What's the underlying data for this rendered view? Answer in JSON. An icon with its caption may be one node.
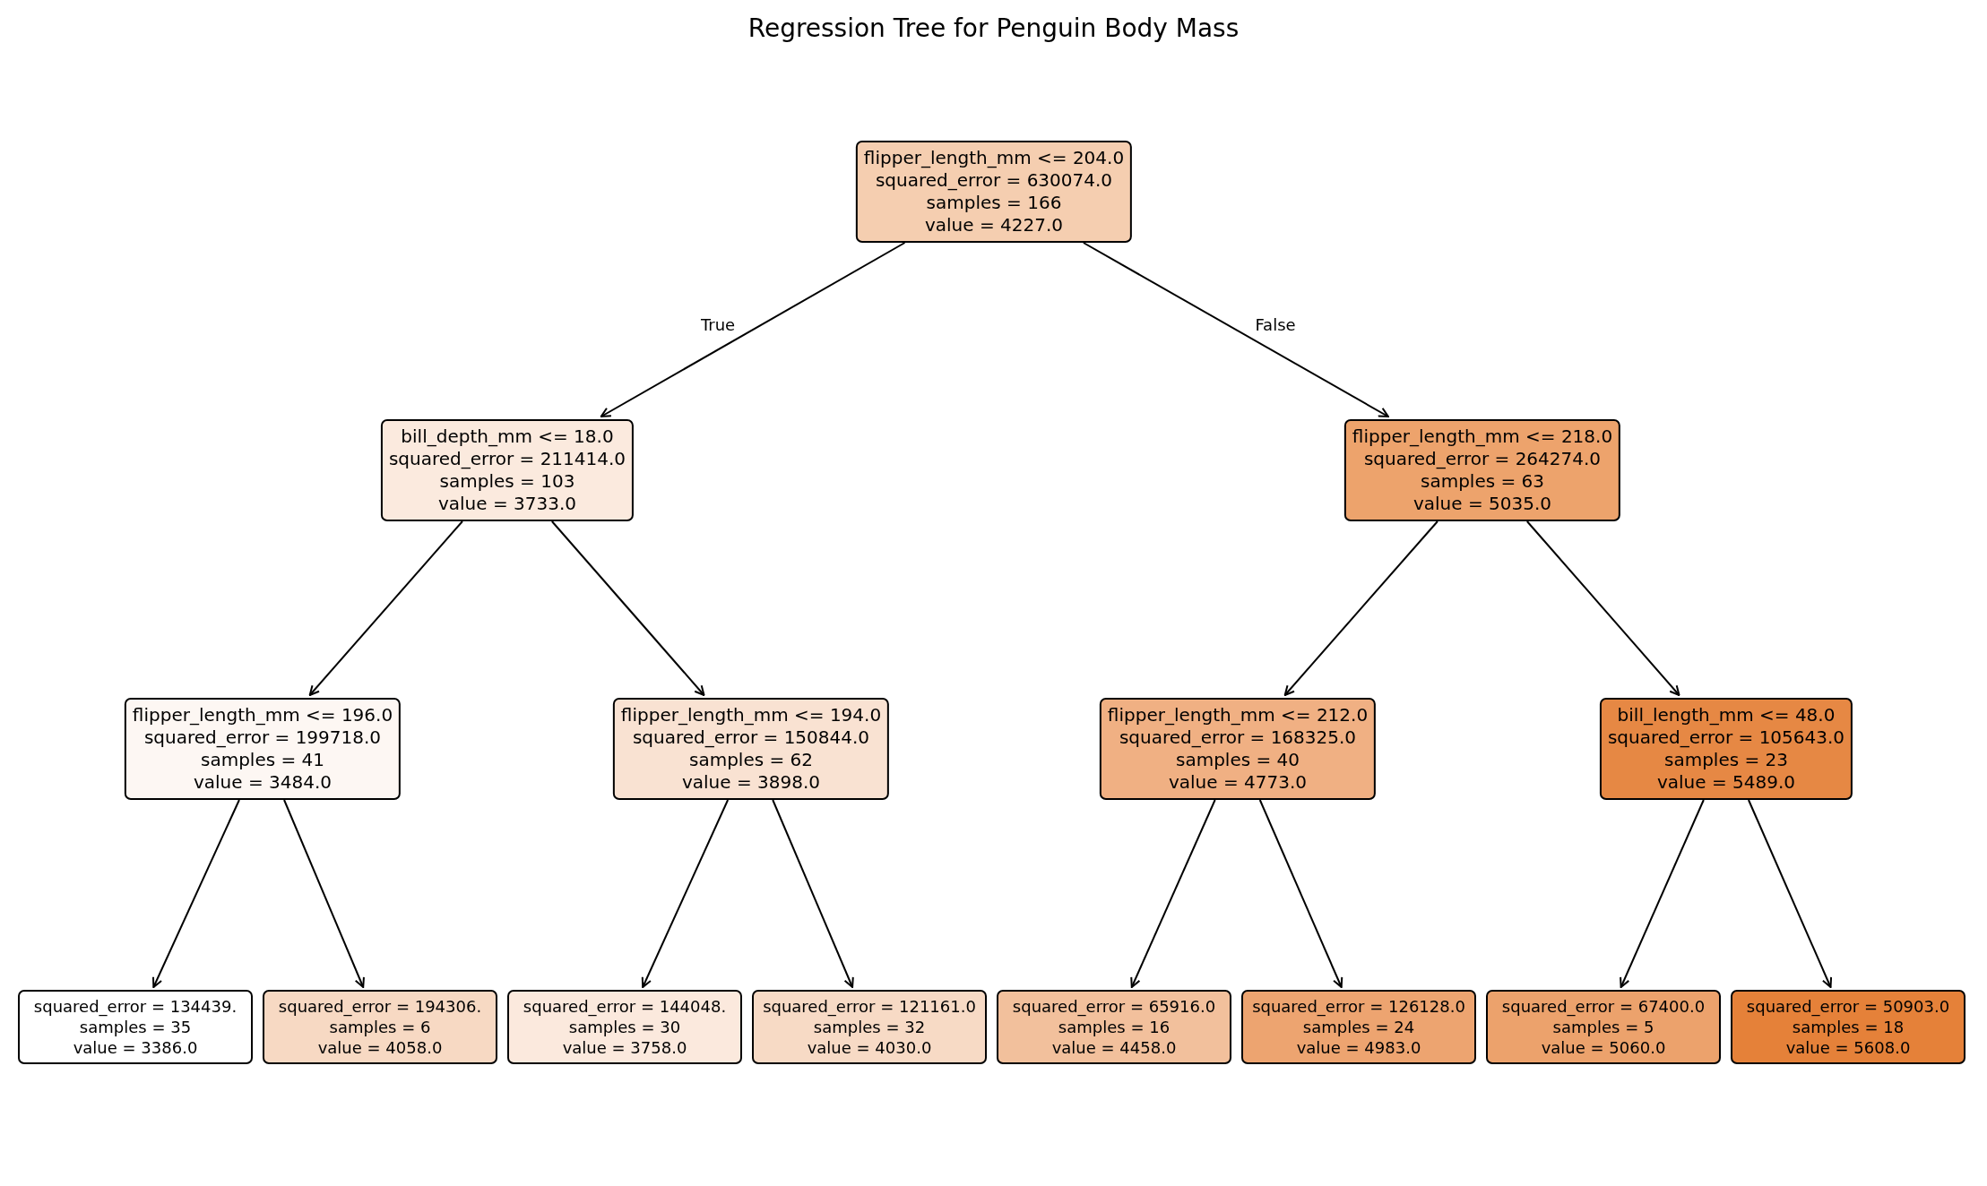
{
  "diagram": {
    "title": "Regression Tree for Penguin Body Mass",
    "nodes": [
      {
        "text": [
          "flipper_length_mm <= 204.0",
          "squared_error = 630074.0",
          "samples = 166",
          "value = 4227.0"
        ]
      },
      {
        "text": [
          "bill_depth_mm <= 18.0",
          "squared_error = 211414.0",
          "samples = 103",
          "value = 3733.0"
        ]
      },
      {
        "text": [
          "flipper_length_mm <= 218.0",
          "squared_error = 264274.0",
          "samples = 63",
          "value = 5035.0"
        ]
      },
      {
        "text": [
          "flipper_length_mm <= 196.0",
          "squared_error = 199718.0",
          "samples = 41",
          "value = 3484.0"
        ]
      },
      {
        "text": [
          "flipper_length_mm <= 194.0",
          "squared_error = 150844.0",
          "samples = 62",
          "value = 3898.0"
        ]
      },
      {
        "text": [
          "flipper_length_mm <= 212.0",
          "squared_error = 168325.0",
          "samples = 40",
          "value = 4773.0"
        ]
      },
      {
        "text": [
          "bill_length_mm <= 48.0",
          "squared_error = 105643.0",
          "samples = 23",
          "value = 5489.0"
        ]
      },
      {
        "text": [
          "squared_error = 134439.",
          "samples = 35",
          "value = 3386.0"
        ]
      },
      {
        "text": [
          "squared_error = 194306.",
          "samples = 6",
          "value = 4058.0"
        ]
      },
      {
        "text": [
          "squared_error = 144048.",
          "samples = 30",
          "value = 3758.0"
        ]
      },
      {
        "text": [
          "squared_error = 121161.0",
          "samples = 32",
          "value = 4030.0"
        ]
      },
      {
        "text": [
          "squared_error = 65916.0",
          "samples = 16",
          "value = 4458.0"
        ]
      },
      {
        "text": [
          "squared_error = 126128.0",
          "samples = 24",
          "value = 4983.0"
        ]
      },
      {
        "text": [
          "squared_error = 67400.0",
          "samples = 5",
          "value = 5060.0"
        ]
      },
      {
        "text": [
          "squared_error = 50903.0",
          "samples = 18",
          "value = 5608.0"
        ]
      }
    ],
    "edges": [
      {
        "from": 0,
        "to": 1,
        "arrow": "to",
        "label": "True"
      },
      {
        "from": 0,
        "to": 2,
        "arrow": "to",
        "label": "False"
      },
      {
        "from": 1,
        "to": 3,
        "arrow": "to"
      },
      {
        "from": 1,
        "to": 4,
        "arrow": "to"
      },
      {
        "from": 2,
        "to": 5,
        "arrow": "to"
      },
      {
        "from": 2,
        "to": 6,
        "arrow": "to"
      },
      {
        "from": 3,
        "to": 7,
        "arrow": "to"
      },
      {
        "from": 3,
        "to": 8,
        "arrow": "to"
      },
      {
        "from": 4,
        "to": 9,
        "arrow": "to"
      },
      {
        "from": 4,
        "to": 10,
        "arrow": "to"
      },
      {
        "from": 5,
        "to": 11,
        "arrow": "to"
      },
      {
        "from": 5,
        "to": 12,
        "arrow": "to"
      },
      {
        "from": 6,
        "to": 13,
        "arrow": "to"
      },
      {
        "from": 6,
        "to": 14,
        "arrow": "to"
      }
    ]
  }
}
